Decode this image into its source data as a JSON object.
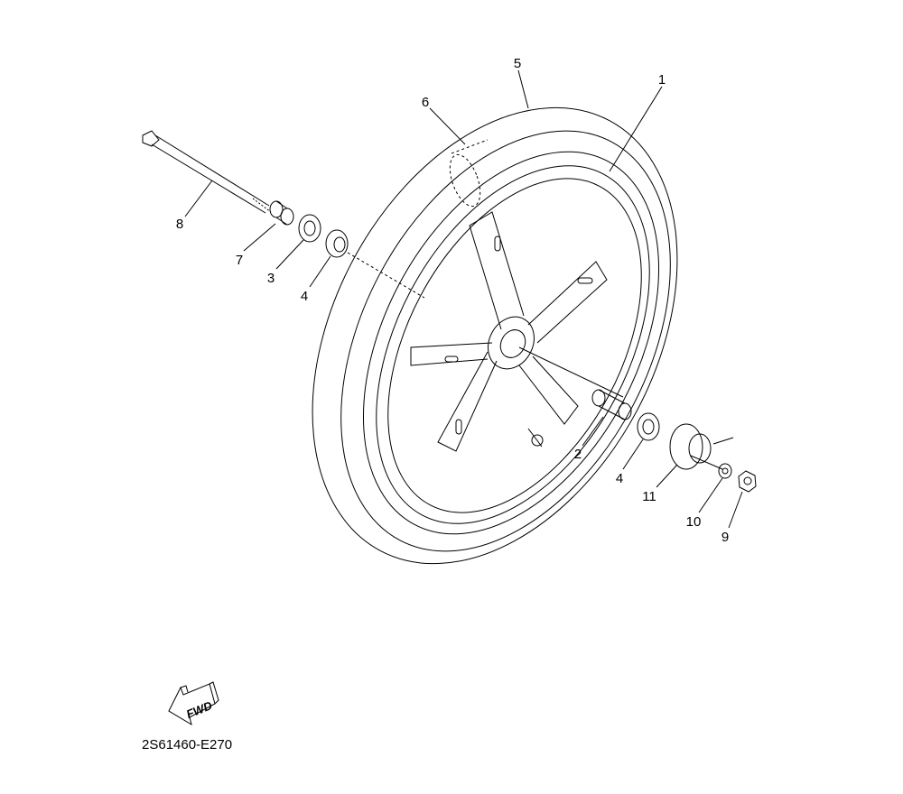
{
  "diagram": {
    "callouts": [
      {
        "id": "1",
        "label": "1"
      },
      {
        "id": "5",
        "label": "5"
      },
      {
        "id": "6",
        "label": "6"
      },
      {
        "id": "8",
        "label": "8"
      },
      {
        "id": "7",
        "label": "7"
      },
      {
        "id": "3",
        "label": "3"
      },
      {
        "id": "4a",
        "label": "4"
      },
      {
        "id": "2",
        "label": "2"
      },
      {
        "id": "4b",
        "label": "4"
      },
      {
        "id": "11",
        "label": "11"
      },
      {
        "id": "10",
        "label": "10"
      },
      {
        "id": "9",
        "label": "9"
      }
    ],
    "fwd_label": "FWD",
    "drawing_code": "2S61460-E270"
  }
}
